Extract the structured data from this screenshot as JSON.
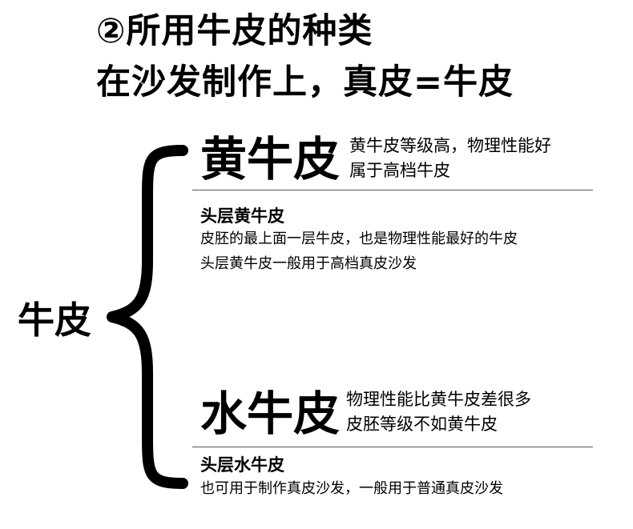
{
  "title": {
    "line1": "②所用牛皮的种类",
    "line2": "在沙发制作上，真皮=牛皮"
  },
  "root_label": "牛皮",
  "branches": [
    {
      "name": "黄牛皮",
      "desc": [
        "黄牛皮等级高，物理性能好",
        "属于高档牛皮"
      ],
      "sub_title": "头层黄牛皮",
      "sub_lines": [
        "皮胚的最上面一层牛皮，也是物理性能最好的牛皮",
        "头层黄牛皮一般用于高档真皮沙发"
      ]
    },
    {
      "name": "水牛皮",
      "desc": [
        "物理性能比黄牛皮差很多",
        "皮胚等级不如黄牛皮"
      ],
      "sub_title": "头层水牛皮",
      "sub_lines": [
        "也可用于制作真皮沙发，一般用于普通真皮沙发"
      ]
    }
  ]
}
